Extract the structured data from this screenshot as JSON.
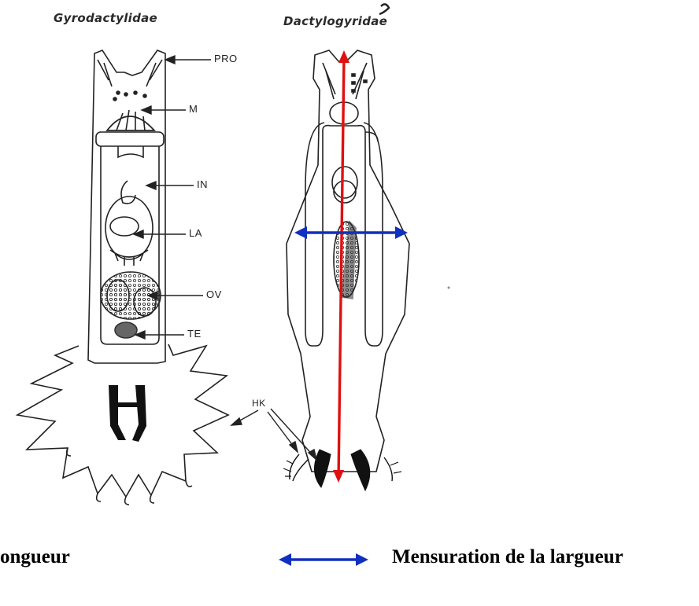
{
  "families": {
    "left": "Gyrodactylidae",
    "right": "Dactylogyridae"
  },
  "labels": {
    "pro": "PRO",
    "m": "M",
    "in": "IN",
    "la": "LA",
    "ov": "OV",
    "te": "TE",
    "hk": "HK"
  },
  "legend": {
    "length_text": "ongueur",
    "width_text": "Mensuration de la largueur"
  },
  "colors": {
    "length_arrow": "#e01010",
    "width_arrow": "#1030c0",
    "drawing": "#222222"
  }
}
